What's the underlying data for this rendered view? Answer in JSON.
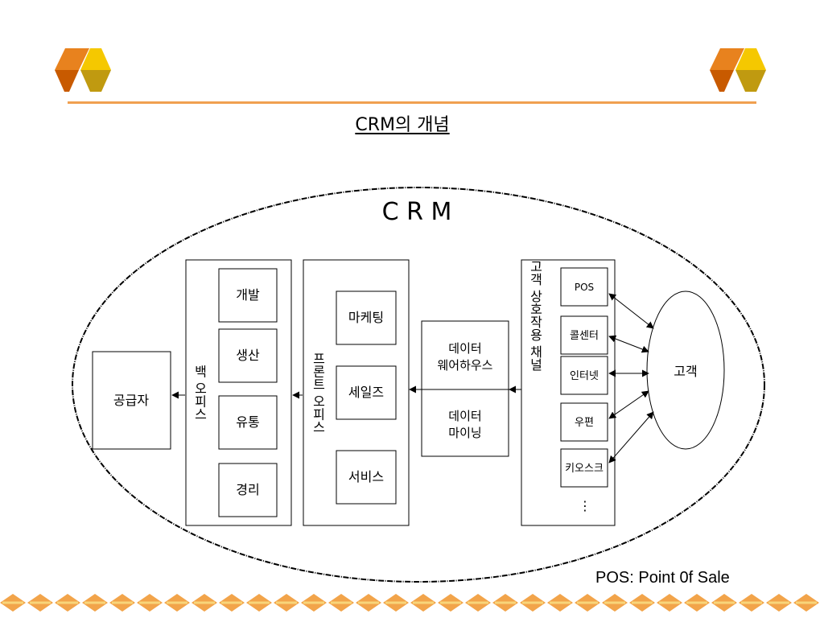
{
  "page": {
    "title": "CRM의 개념"
  },
  "diagram": {
    "crm_label": "C R M",
    "supplier": "공급자",
    "back_office": {
      "label": "백 오피스",
      "items": [
        "개발",
        "생산",
        "유통",
        "경리"
      ]
    },
    "front_office": {
      "label": "프론트 오피스",
      "items": [
        "마케팅",
        "세일즈",
        "서비스"
      ]
    },
    "data_box": {
      "top_lines": [
        "데이터",
        "웨어하우스"
      ],
      "bottom_lines": [
        "데이터",
        "마이닝"
      ]
    },
    "channel": {
      "label": "고객 상호작용 채널",
      "items": [
        "POS",
        "콜센터",
        "인터넷",
        "우편",
        "키오스크"
      ],
      "more": "⋮"
    },
    "customer": "고객"
  },
  "footnote": "POS: Point 0f Sale",
  "colors": {
    "header_line": "#F0A050",
    "logo_orange": "#E8821E",
    "logo_dark_orange": "#C85A00",
    "logo_yellow": "#F5C800",
    "logo_olive": "#C09A10",
    "band_orange": "#F2A44A",
    "band_yellow": "#F8D57A"
  }
}
